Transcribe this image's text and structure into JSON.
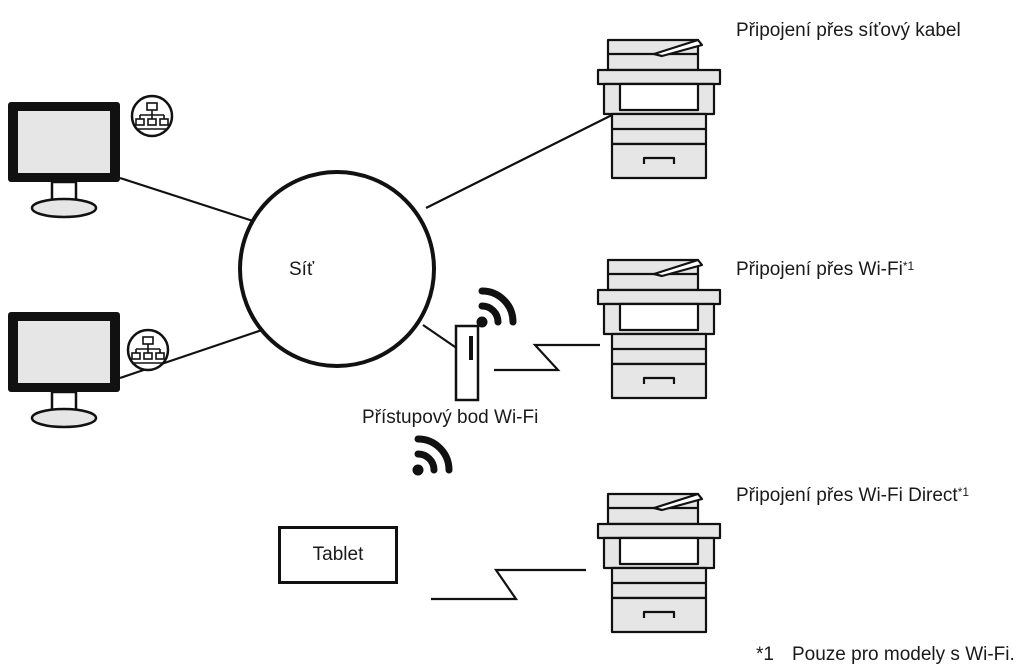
{
  "labels": {
    "network": "Síť",
    "cable_connection": "Připojení přes síťový kabel",
    "wifi_connection": "Připojení přes Wi-Fi",
    "wifi_direct_connection": "Připojení přes Wi-Fi Direct",
    "footnote_ref": "*1",
    "access_point": "Přístupový bod Wi-Fi",
    "tablet": "Tablet"
  },
  "footnote": {
    "mark": "*1",
    "text": "Pouze pro modely s Wi-Fi."
  },
  "icons": {
    "computer": "computer-monitor-icon",
    "lan": "lan-network-icon",
    "printer": "printer-icon",
    "wifi": "wifi-signal-icon",
    "access_point": "access-point-icon"
  }
}
